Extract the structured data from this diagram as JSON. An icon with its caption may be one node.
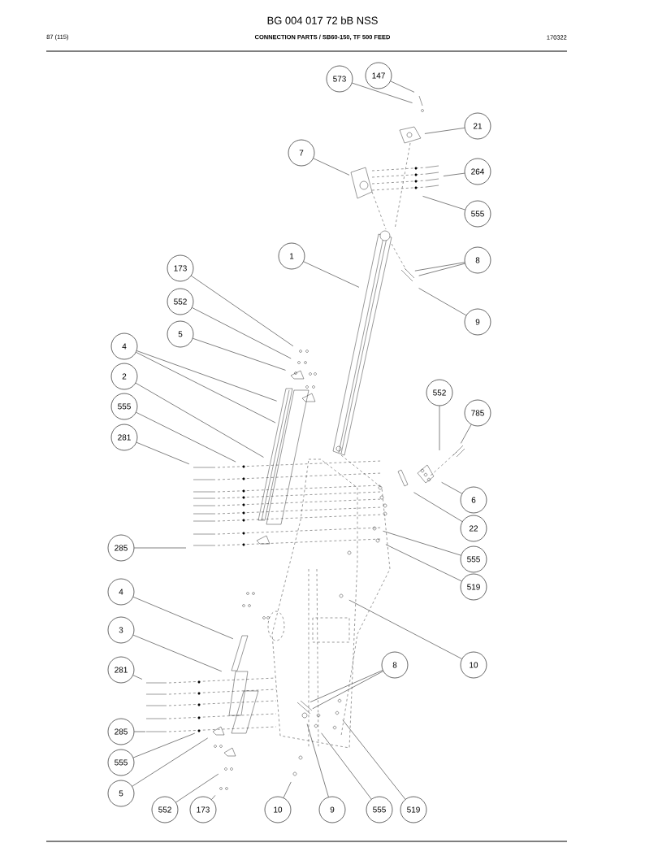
{
  "diagram": {
    "title": "BG 004 017 72 bB NSS",
    "labels": [
      "87 (115)",
      "CONNECTION PARTS / SB60-150, TF 500 FEED",
      "170322"
    ],
    "nodes": [
      {
        "text": [
          "573"
        ]
      },
      {
        "text": [
          "147"
        ]
      },
      {
        "text": [
          "21"
        ]
      },
      {
        "text": [
          "7"
        ]
      },
      {
        "text": [
          "264"
        ]
      },
      {
        "text": [
          "555"
        ]
      },
      {
        "text": [
          "1"
        ]
      },
      {
        "text": [
          "8"
        ]
      },
      {
        "text": [
          "9"
        ]
      },
      {
        "text": [
          "173"
        ]
      },
      {
        "text": [
          "552"
        ]
      },
      {
        "text": [
          "5"
        ]
      },
      {
        "text": [
          "4"
        ]
      },
      {
        "text": [
          "2"
        ]
      },
      {
        "text": [
          "555"
        ]
      },
      {
        "text": [
          "281"
        ]
      },
      {
        "text": [
          "552"
        ]
      },
      {
        "text": [
          "785"
        ]
      },
      {
        "text": [
          "6"
        ]
      },
      {
        "text": [
          "22"
        ]
      },
      {
        "text": [
          "285"
        ]
      },
      {
        "text": [
          "555"
        ]
      },
      {
        "text": [
          "519"
        ]
      },
      {
        "text": [
          "4"
        ]
      },
      {
        "text": [
          "3"
        ]
      },
      {
        "text": [
          "10"
        ]
      },
      {
        "text": [
          "281"
        ]
      },
      {
        "text": [
          "8"
        ]
      },
      {
        "text": [
          "285"
        ]
      },
      {
        "text": [
          "555"
        ]
      },
      {
        "text": [
          "5"
        ]
      },
      {
        "text": [
          "552"
        ]
      },
      {
        "text": [
          "173"
        ]
      },
      {
        "text": [
          "10"
        ]
      },
      {
        "text": [
          "9"
        ]
      },
      {
        "text": [
          "555"
        ]
      },
      {
        "text": [
          "519"
        ]
      }
    ],
    "edges": [
      {
        "from": 0,
        "to": null,
        "arrow": "none"
      },
      {
        "from": 1,
        "to": null,
        "arrow": "none"
      },
      {
        "from": 2,
        "to": null,
        "arrow": "none"
      },
      {
        "from": 3,
        "to": null,
        "arrow": "none"
      },
      {
        "from": 4,
        "to": null,
        "arrow": "none"
      },
      {
        "from": 5,
        "to": null,
        "arrow": "none"
      },
      {
        "from": 6,
        "to": null,
        "arrow": "none"
      },
      {
        "from": 7,
        "to": null,
        "arrow": "none"
      },
      {
        "from": 7,
        "to": null,
        "arrow": "none"
      },
      {
        "from": 8,
        "to": null,
        "arrow": "none"
      },
      {
        "from": 9,
        "to": null,
        "arrow": "none"
      },
      {
        "from": 10,
        "to": null,
        "arrow": "none"
      },
      {
        "from": 11,
        "to": null,
        "arrow": "none"
      },
      {
        "from": 12,
        "to": null,
        "arrow": "none"
      },
      {
        "from": 12,
        "to": null,
        "arrow": "none"
      },
      {
        "from": 13,
        "to": null,
        "arrow": "none"
      },
      {
        "from": 14,
        "to": null,
        "arrow": "none"
      },
      {
        "from": 15,
        "to": null,
        "arrow": "none"
      },
      {
        "from": 16,
        "to": null,
        "arrow": "none"
      },
      {
        "from": 17,
        "to": null,
        "arrow": "none"
      },
      {
        "from": 18,
        "to": null,
        "arrow": "none"
      },
      {
        "from": 19,
        "to": null,
        "arrow": "none"
      },
      {
        "from": 20,
        "to": null,
        "arrow": "none"
      },
      {
        "from": 21,
        "to": null,
        "arrow": "none"
      },
      {
        "from": 22,
        "to": null,
        "arrow": "none"
      },
      {
        "from": 23,
        "to": null,
        "arrow": "none"
      },
      {
        "from": 24,
        "to": null,
        "arrow": "none"
      },
      {
        "from": 25,
        "to": null,
        "arrow": "none"
      },
      {
        "from": 26,
        "to": null,
        "arrow": "none"
      },
      {
        "from": 27,
        "to": null,
        "arrow": "none"
      },
      {
        "from": 27,
        "to": null,
        "arrow": "none"
      },
      {
        "from": 28,
        "to": null,
        "arrow": "none"
      },
      {
        "from": 29,
        "to": null,
        "arrow": "none"
      },
      {
        "from": 30,
        "to": null,
        "arrow": "none"
      },
      {
        "from": 31,
        "to": null,
        "arrow": "none"
      },
      {
        "from": 32,
        "to": null,
        "arrow": "none"
      },
      {
        "from": 33,
        "to": null,
        "arrow": "none"
      },
      {
        "from": 34,
        "to": null,
        "arrow": "none"
      },
      {
        "from": 35,
        "to": null,
        "arrow": "none"
      },
      {
        "from": 36,
        "to": null,
        "arrow": "none"
      }
    ]
  }
}
